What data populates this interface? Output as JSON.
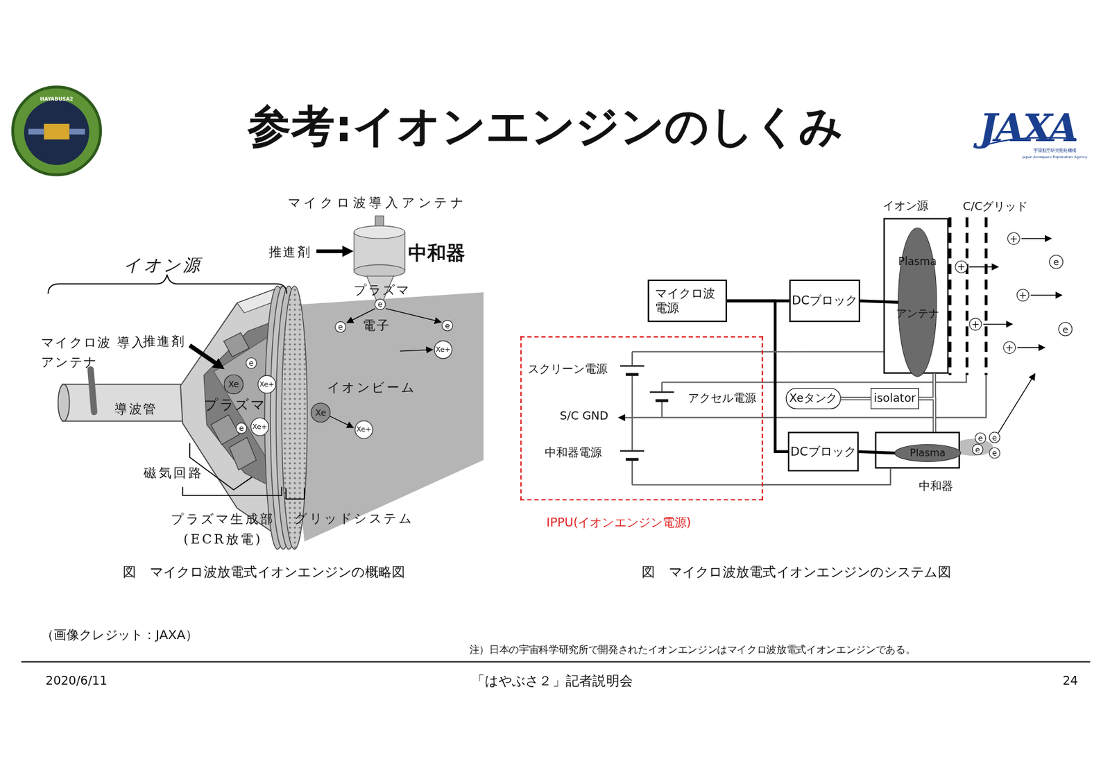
{
  "diagram": {
    "title": "参考:イオンエンジンのしくみ",
    "nodes": [
      {
        "text": [
          "イオン源"
        ]
      },
      {
        "text": [
          "Plasma",
          "アンテナ"
        ],
        "in": 0
      },
      {
        "text": [
          "マイクロ波 電源"
        ]
      },
      {
        "text": [
          "DCブロック"
        ]
      },
      {
        "text": [
          "IPPU(イオンエンジン電源)"
        ]
      },
      {
        "text": [
          "Xeタンク"
        ]
      },
      {
        "text": [
          "isolator"
        ]
      },
      {
        "text": [
          "DCブロック"
        ]
      },
      {
        "text": [
          "中和器"
        ]
      },
      {
        "text": [
          "Plasma"
        ],
        "in": 8
      }
    ],
    "edges": [
      {
        "from": 2,
        "to": 3,
        "arrow": "none"
      },
      {
        "from": 3,
        "to": 1,
        "arrow": "none"
      },
      {
        "from": 2,
        "to": 7,
        "arrow": "none"
      },
      {
        "from": 7,
        "to": 9,
        "arrow": "none"
      },
      {
        "from": 5,
        "to": 6,
        "arrow": "none"
      },
      {
        "from": 6,
        "to": 0,
        "arrow": "none"
      },
      {
        "from": 6,
        "to": 8,
        "arrow": "none"
      },
      {
        "from": 4,
        "to": 0,
        "arrow": "none"
      },
      {
        "from": 4,
        "to": 8,
        "arrow": "none"
      }
    ],
    "labels": [
      "マイクロ波導入アンテナ",
      "推進剤",
      "中和器",
      "イオン源",
      "プラズマ",
      "e",
      "e",
      "電子",
      "e",
      "Xe+",
      "マイクロ波 導入アンテナ",
      "推進剤",
      "e",
      "Xe",
      "Xe+",
      "イオンビーム",
      "プラズマ",
      "導波管",
      "Xe",
      "Xe+",
      "e",
      "Xe+",
      "磁気回路",
      "プラズマ生成部 (ECR放電)",
      "グリッドシステム",
      "図　マイクロ波放電式イオンエンジンの概略図",
      "C/Cグリッド",
      "+",
      "e",
      "+",
      "+",
      "+",
      "e",
      "+",
      "スクリーン電源",
      "アクセル電源",
      "S/C GND",
      "中和器電源",
      "e",
      "e",
      "e",
      "e",
      "図　マイクロ波放電式イオンエンジンのシステム図",
      "（画像クレジット：JAXA）",
      "注）日本の宇宙科学研究所で開発されたイオンエンジンはマイクロ波放電式イオンエンジンである。",
      "2020/6/11",
      "「はやぶさ２」記者説明会",
      "24",
      "JAXA",
      "宇宙航空研究開発機構",
      "Japan Aerospace Exploration Agency",
      "HAYABUSA2"
    ]
  }
}
